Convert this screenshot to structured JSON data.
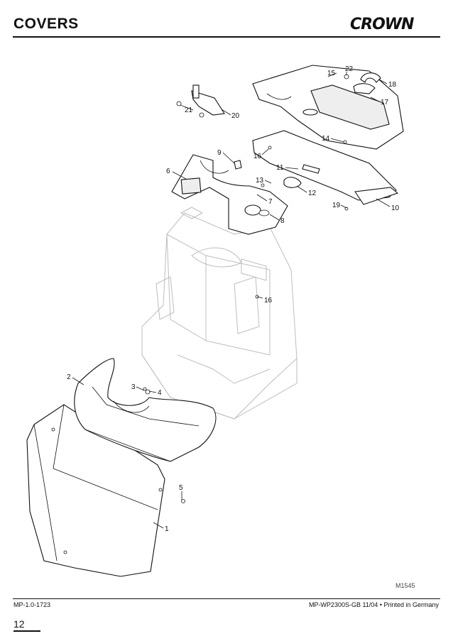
{
  "header": {
    "title": "COVERS",
    "brand": "CROWN"
  },
  "figure": {
    "id": "M1545",
    "callouts": [
      {
        "key": "1",
        "label": "1"
      },
      {
        "key": "2",
        "label": "2"
      },
      {
        "key": "3",
        "label": "3"
      },
      {
        "key": "4",
        "label": "4"
      },
      {
        "key": "5",
        "label": "5"
      },
      {
        "key": "6",
        "label": "6"
      },
      {
        "key": "7",
        "label": "7"
      },
      {
        "key": "8",
        "label": "8"
      },
      {
        "key": "9",
        "label": "9"
      },
      {
        "key": "10",
        "label": "10"
      },
      {
        "key": "11",
        "label": "11"
      },
      {
        "key": "12",
        "label": "12"
      },
      {
        "key": "13",
        "label": "13"
      },
      {
        "key": "14",
        "label": "14"
      },
      {
        "key": "15",
        "label": "15"
      },
      {
        "key": "16a",
        "label": "16"
      },
      {
        "key": "16b",
        "label": "16"
      },
      {
        "key": "17",
        "label": "17"
      },
      {
        "key": "18",
        "label": "18"
      },
      {
        "key": "19",
        "label": "19"
      },
      {
        "key": "20",
        "label": "20"
      },
      {
        "key": "21",
        "label": "21"
      },
      {
        "key": "22",
        "label": "22"
      }
    ]
  },
  "footer": {
    "left": "MP-1.0-1723",
    "right": "MP-WP2300S-GB 11/04 • Printed in Germany",
    "page": "12"
  }
}
